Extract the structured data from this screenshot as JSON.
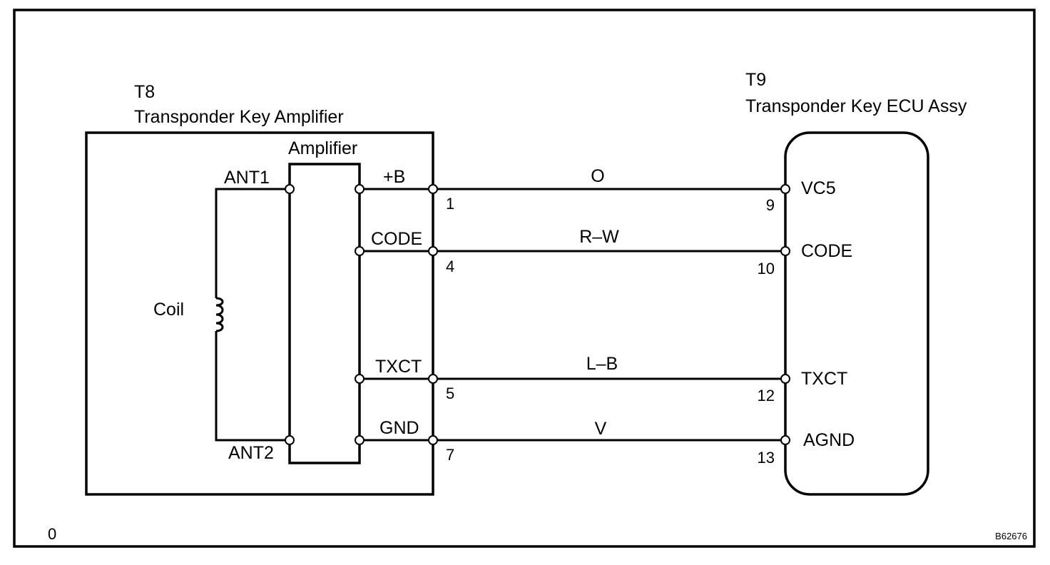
{
  "t8": {
    "code": "T8",
    "name": "Transponder Key Amplifier",
    "amplifier_label": "Amplifier",
    "coil_label": "Coil",
    "ant1": "ANT1",
    "ant2": "ANT2",
    "terminals": [
      "+B",
      "CODE",
      "TXCT",
      "GND"
    ],
    "pins": [
      "1",
      "4",
      "5",
      "7"
    ]
  },
  "t9": {
    "code": "T9",
    "name": "Transponder Key ECU Assy",
    "terminals": [
      "VC5",
      "CODE",
      "TXCT",
      "AGND"
    ],
    "pins": [
      "9",
      "10",
      "12",
      "13"
    ]
  },
  "wires": [
    "O",
    "R–W",
    "L–B",
    "V"
  ],
  "footer": {
    "left": "0",
    "right": "B62676"
  }
}
